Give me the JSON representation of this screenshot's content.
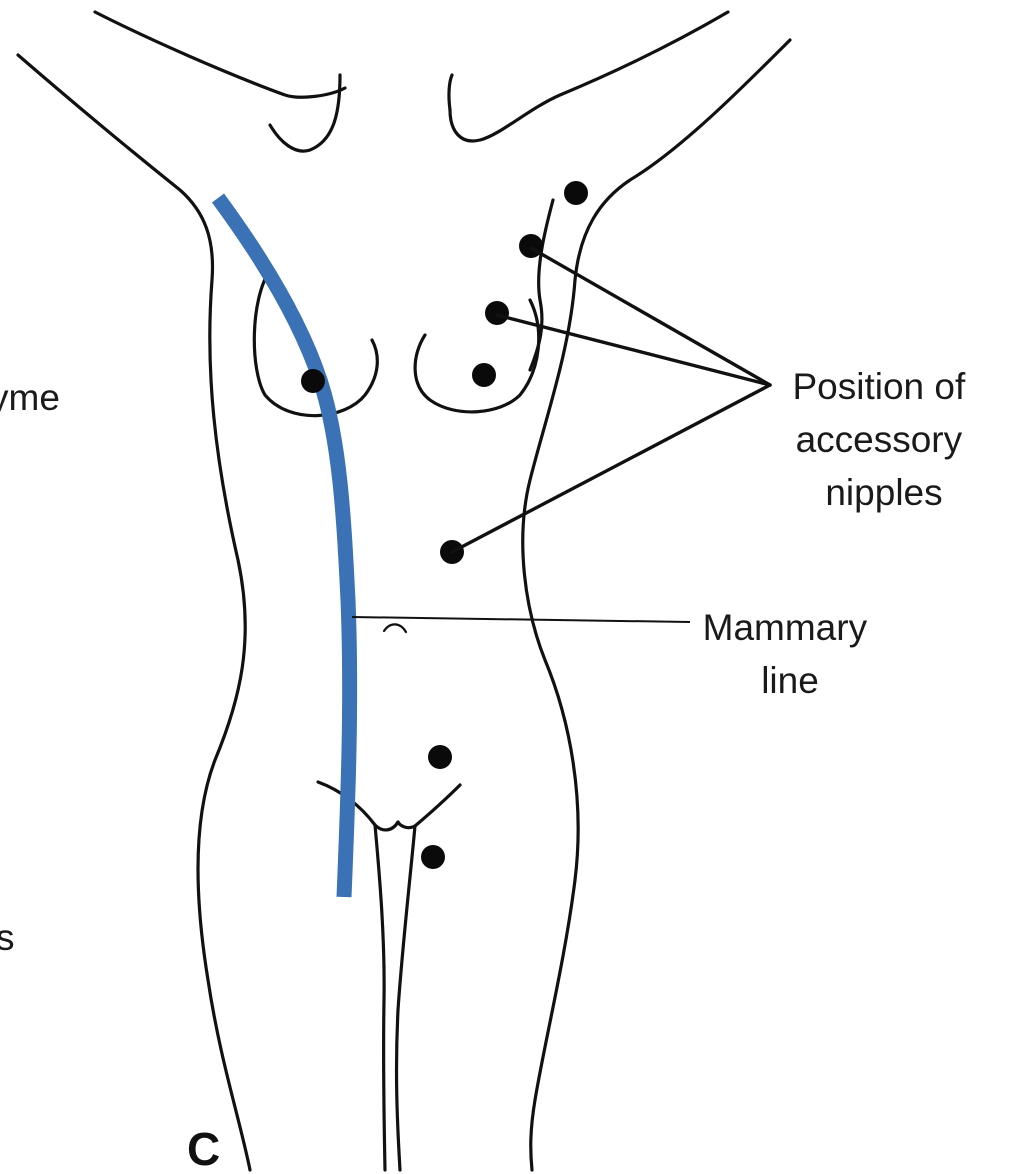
{
  "figure": {
    "panel_letter": "C",
    "labels": {
      "accessory_nipples": [
        "Position of",
        "accessory",
        "nipples"
      ],
      "mammary_line": [
        "Mammary",
        "line"
      ]
    },
    "edge_fragments": {
      "upper": "yme",
      "lower": "s"
    },
    "colors": {
      "mammary_line": "#3a72b5",
      "ink": "#111111"
    }
  }
}
